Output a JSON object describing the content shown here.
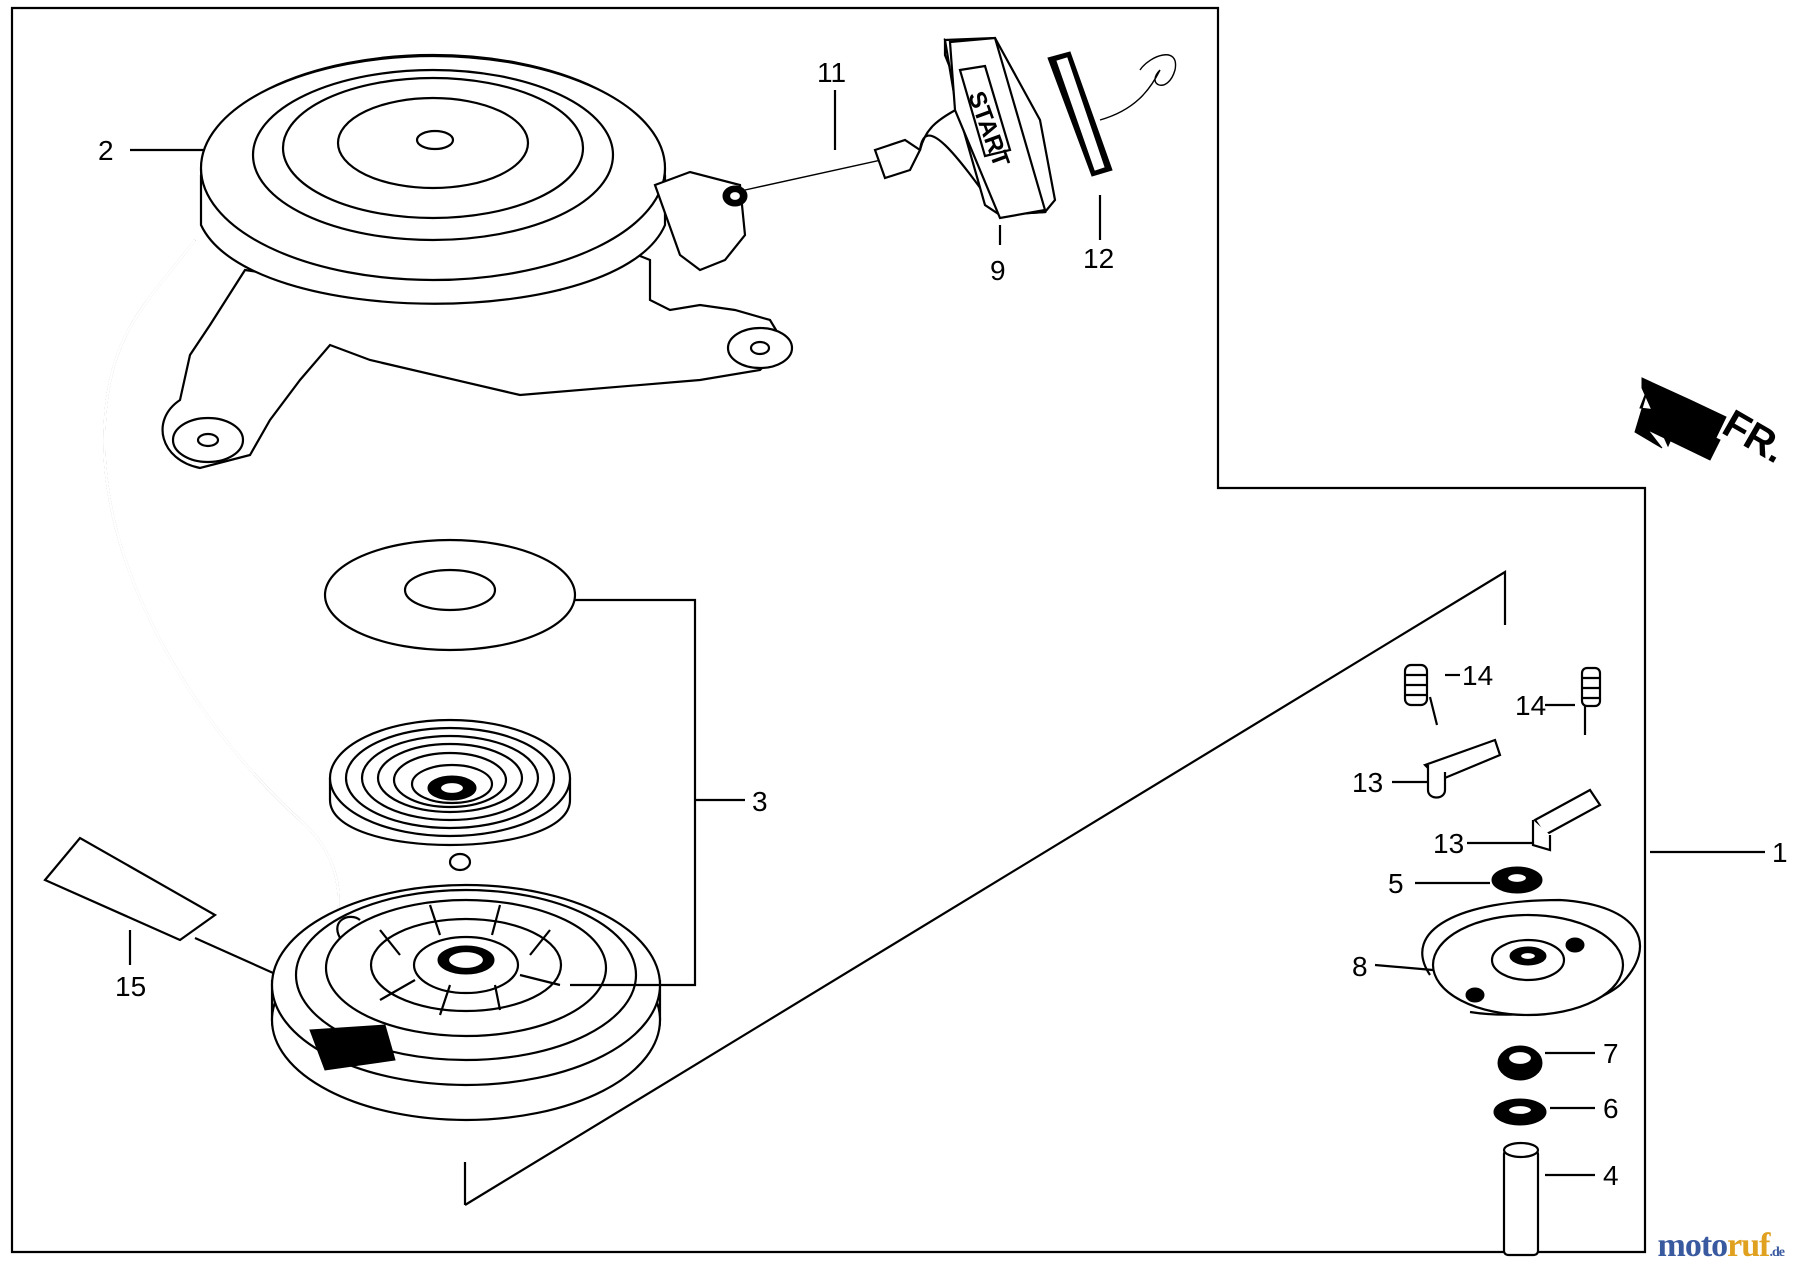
{
  "diagram": {
    "callouts": [
      {
        "id": "c1",
        "text": "1"
      },
      {
        "id": "c2",
        "text": "2"
      },
      {
        "id": "c3",
        "text": "3"
      },
      {
        "id": "c4",
        "text": "4"
      },
      {
        "id": "c5",
        "text": "5"
      },
      {
        "id": "c6",
        "text": "6"
      },
      {
        "id": "c7",
        "text": "7"
      },
      {
        "id": "c8",
        "text": "8"
      },
      {
        "id": "c9",
        "text": "9"
      },
      {
        "id": "c11",
        "text": "11"
      },
      {
        "id": "c12",
        "text": "12"
      },
      {
        "id": "c13a",
        "text": "13"
      },
      {
        "id": "c13b",
        "text": "13"
      },
      {
        "id": "c14a",
        "text": "14"
      },
      {
        "id": "c14b",
        "text": "14"
      },
      {
        "id": "c15",
        "text": "15"
      }
    ],
    "handle_text": "START",
    "front_marker": "FR.",
    "watermark": {
      "part1": "moto",
      "part2": "ruf",
      "suffix": ".de"
    }
  }
}
